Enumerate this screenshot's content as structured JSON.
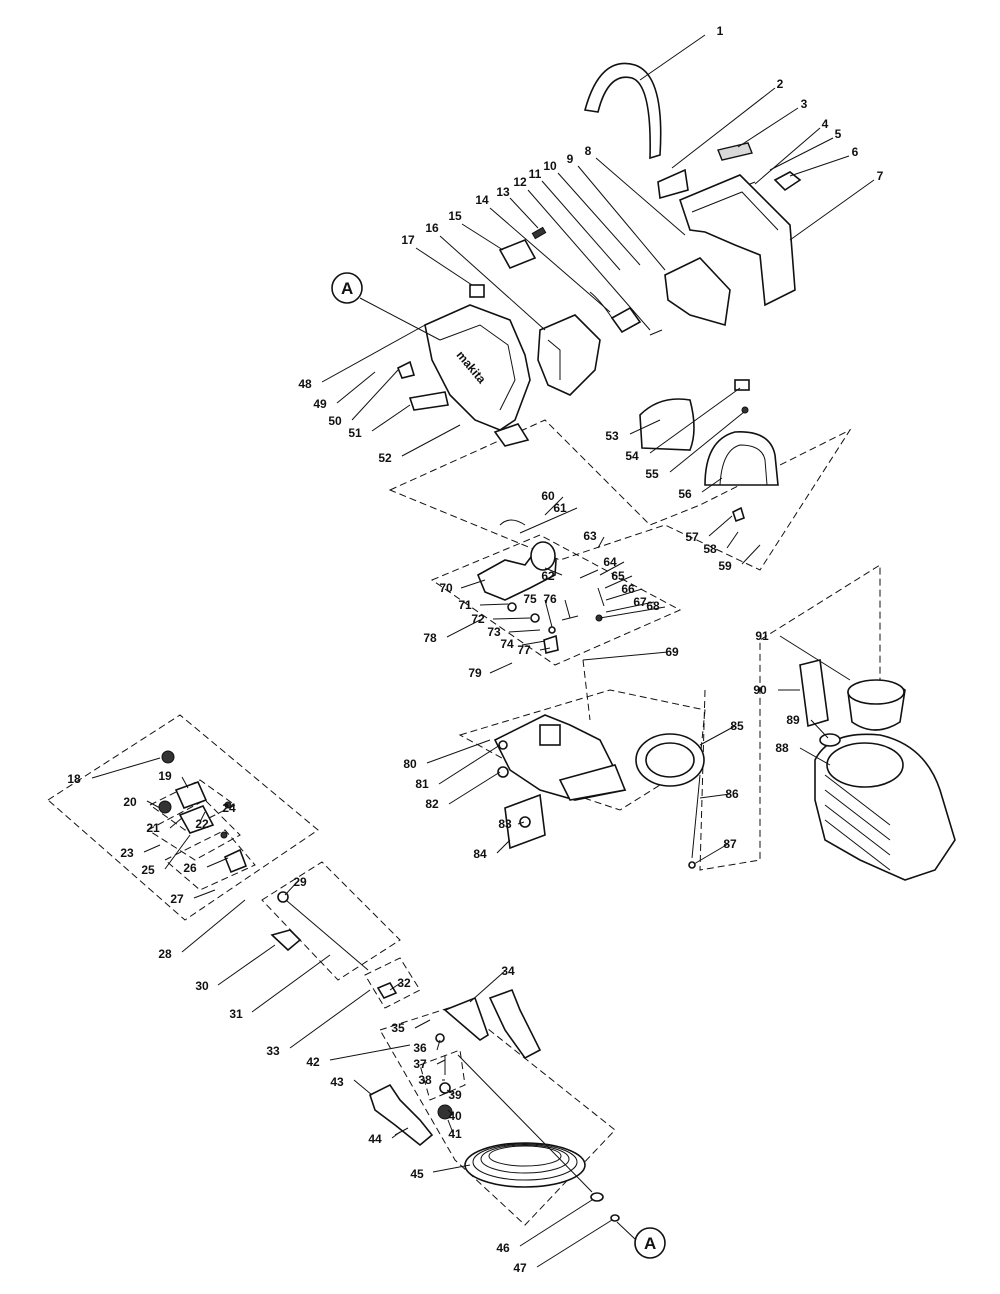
{
  "ref_marker": "A",
  "labels": [
    "1",
    "2",
    "3",
    "4",
    "5",
    "6",
    "7",
    "8",
    "9",
    "10",
    "11",
    "12",
    "13",
    "14",
    "15",
    "16",
    "17",
    "18",
    "19",
    "20",
    "21",
    "22",
    "23",
    "24",
    "25",
    "26",
    "27",
    "28",
    "29",
    "30",
    "31",
    "32",
    "33",
    "34",
    "35",
    "36",
    "37",
    "38",
    "39",
    "40",
    "41",
    "42",
    "43",
    "44",
    "45",
    "46",
    "47",
    "48",
    "49",
    "50",
    "51",
    "52",
    "53",
    "54",
    "55",
    "56",
    "57",
    "58",
    "59",
    "60",
    "61",
    "62",
    "63",
    "64",
    "65",
    "66",
    "67",
    "68",
    "69",
    "70",
    "71",
    "72",
    "73",
    "74",
    "75",
    "76",
    "77",
    "78",
    "79",
    "80",
    "81",
    "82",
    "83",
    "84",
    "85",
    "86",
    "87",
    "88",
    "89",
    "90",
    "91"
  ],
  "brand_mark": "makita",
  "colors": {
    "ink": "#111111",
    "paper": "#ffffff",
    "shade": "#d9d9d9"
  }
}
